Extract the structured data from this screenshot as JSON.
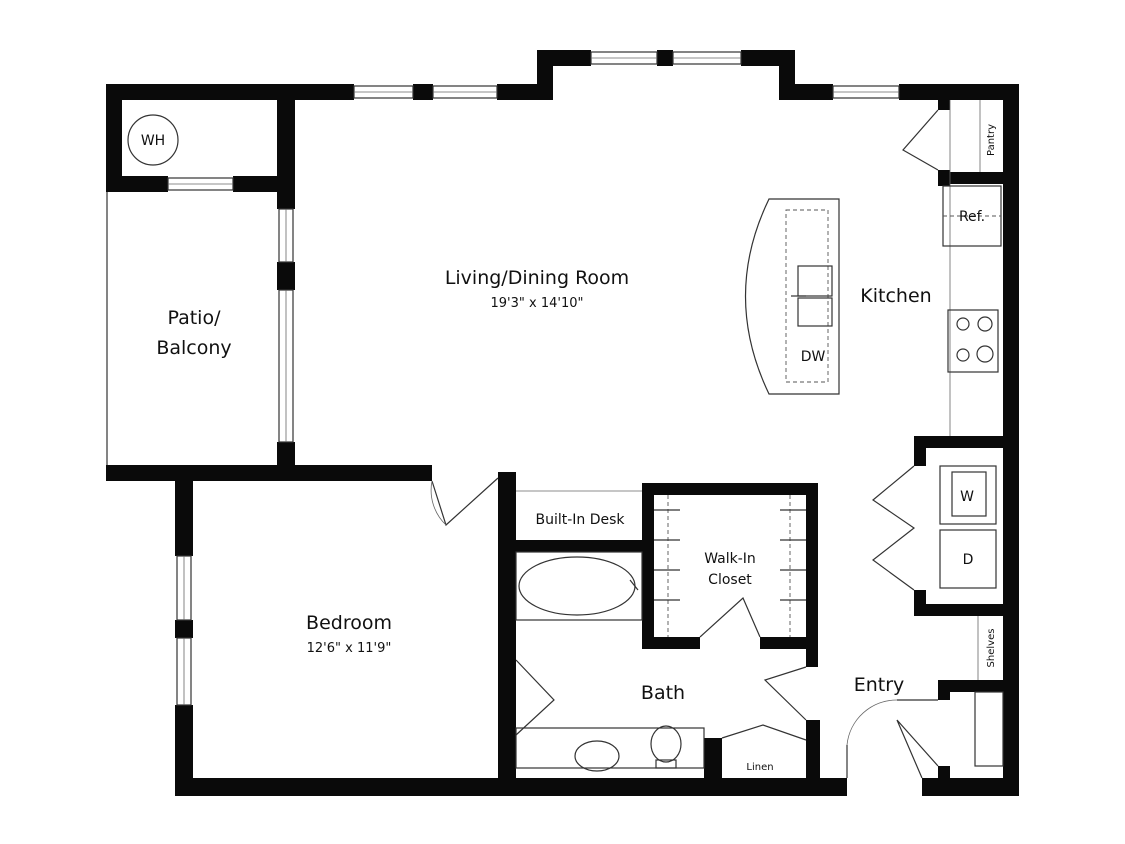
{
  "rooms": {
    "living": {
      "name": "Living/Dining Room",
      "dims": "19'3\" x 14'10\""
    },
    "bedroom": {
      "name": "Bedroom",
      "dims": "12'6\" x 11'9\""
    },
    "kitchen": {
      "name": "Kitchen"
    },
    "patio": {
      "line1": "Patio/",
      "line2": "Balcony"
    },
    "bath": {
      "name": "Bath"
    },
    "entry": {
      "name": "Entry"
    },
    "walk_in": {
      "line1": "Walk-In",
      "line2": "Closet"
    },
    "desk": {
      "name": "Built-In Desk"
    }
  },
  "fixtures": {
    "water_heater": "WH",
    "pantry": "Pantry",
    "refrigerator": "Ref.",
    "dishwasher": "DW",
    "washer": "W",
    "dryer": "D",
    "shelves": "Shelves",
    "linen": "Linen"
  },
  "colors": {
    "wall": "#0a0a0a",
    "line": "#333333",
    "background": "#ffffff"
  }
}
